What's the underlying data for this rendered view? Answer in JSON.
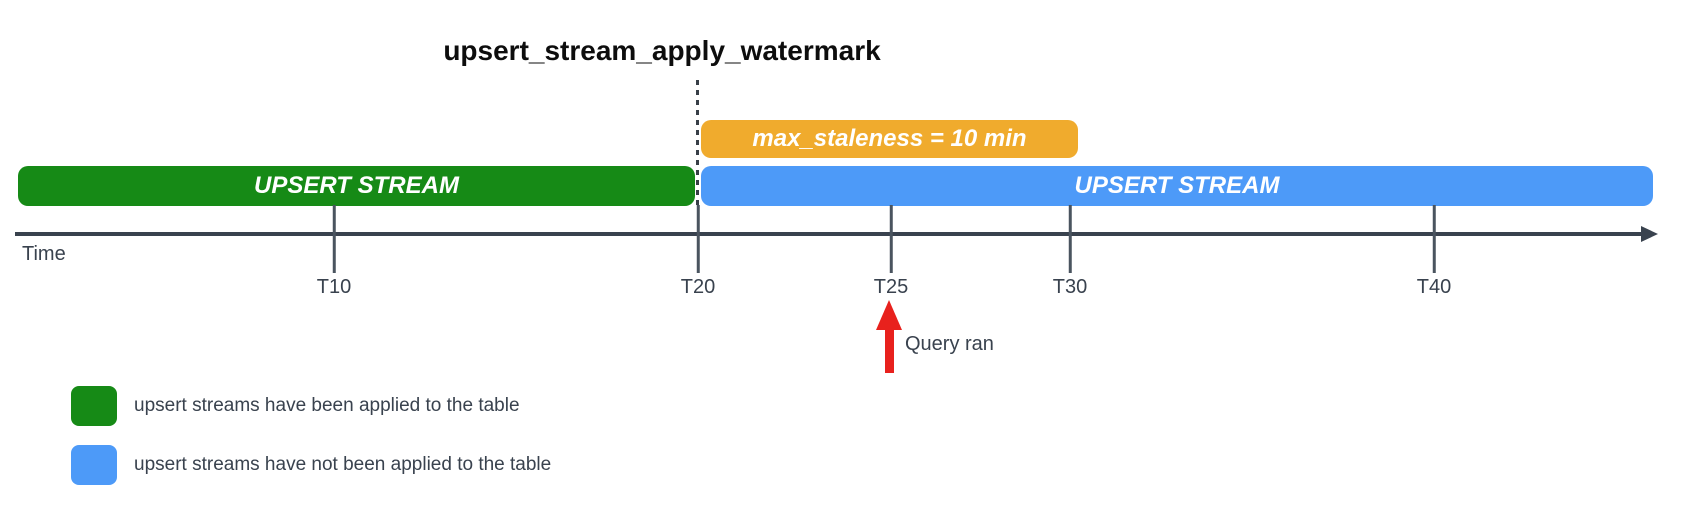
{
  "title": "upsert_stream_apply_watermark",
  "colors": {
    "green": "#168A16",
    "blue": "#4D9AF8",
    "orange": "#F0AB2D",
    "axis": "#39424E",
    "red": "#E8211D"
  },
  "bars": {
    "staleness_label": "max_staleness = 10 min",
    "applied_label": "UPSERT STREAM",
    "unapplied_label": "UPSERT STREAM"
  },
  "timeline": {
    "axis_label": "Time",
    "ticks": [
      "T10",
      "T20",
      "T25",
      "T30",
      "T40"
    ]
  },
  "annotation": {
    "query_label": "Query ran"
  },
  "legend": {
    "items": [
      {
        "label": "upsert streams have been applied to the table",
        "color": "#168A16"
      },
      {
        "label": "upsert streams have not been applied to the table",
        "color": "#4D9AF8"
      }
    ]
  }
}
